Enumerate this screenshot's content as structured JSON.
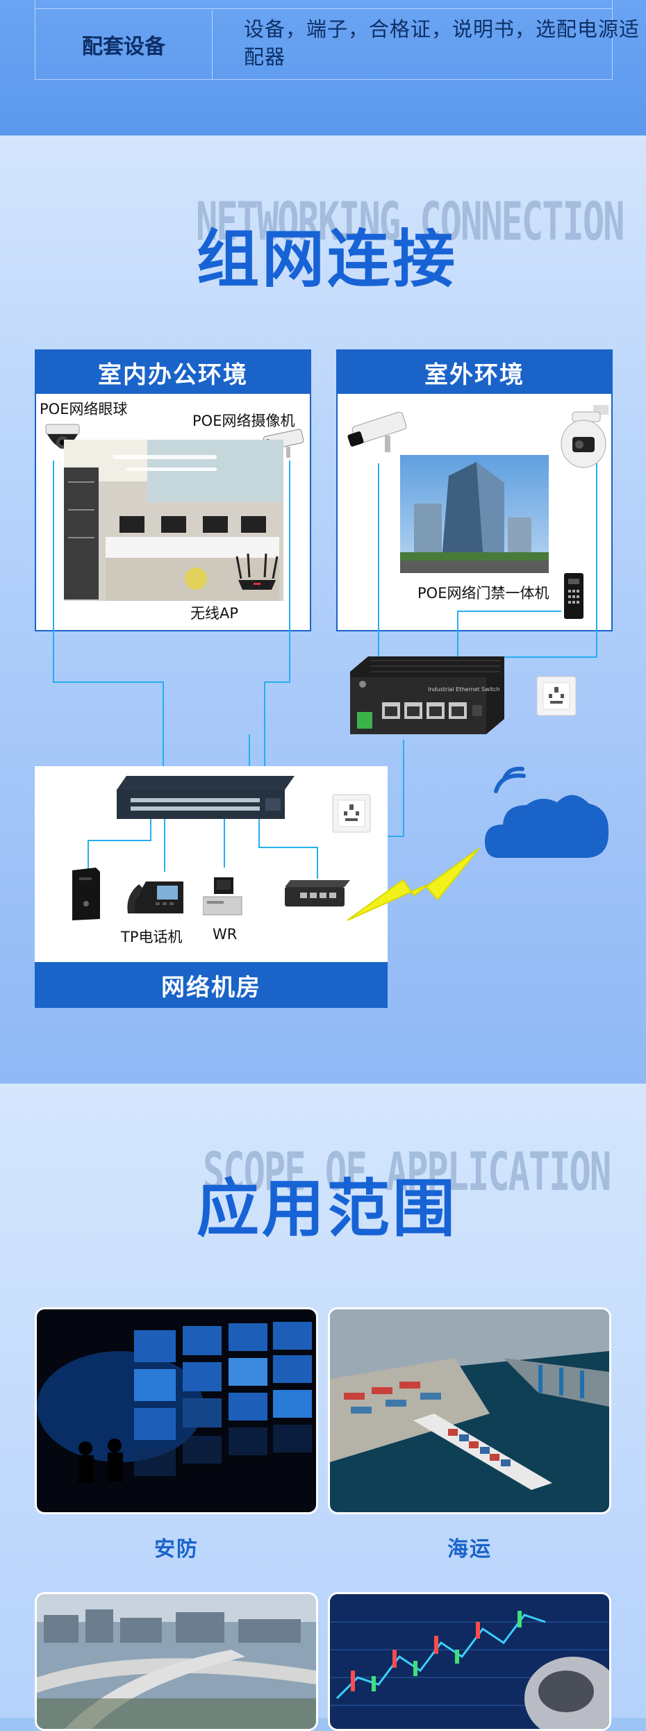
{
  "spec": {
    "label": "配套设备",
    "value": "设备，端子，合格证，说明书，选配电源适配器"
  },
  "networking": {
    "bg_title": "NETWORKING CONNECTION",
    "title": "组网连接",
    "indoor": {
      "title": "室内办公环境",
      "dome_camera_label": "POE网络眼球",
      "bullet_camera_label": "POE网络摄像机",
      "ap_label": "无线AP"
    },
    "outdoor": {
      "title": "室外环境",
      "access_label": "POE网络门禁一体机",
      "switch_caption": "Industrial Ethernet Switch"
    },
    "machine_room": {
      "title": "网络机房",
      "phone_label": "TP电话机",
      "wr_label": "WR"
    }
  },
  "application": {
    "bg_title": "SCOPE OF APPLICATION",
    "title": "应用范围",
    "items": [
      {
        "label": "安防"
      },
      {
        "label": "海运"
      }
    ]
  },
  "colors": {
    "accent": "#1a63c8",
    "title_blue": "#1763d6",
    "wire": "#25aef0",
    "lightning": "#f2f21a"
  }
}
